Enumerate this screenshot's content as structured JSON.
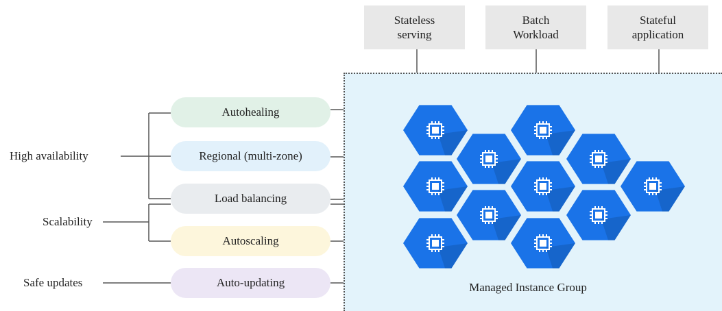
{
  "workloads": {
    "stateless": "Stateless\nserving",
    "batch": "Batch\nWorkload",
    "stateful": "Stateful\napplication"
  },
  "categories": {
    "high_availability": "High availability",
    "scalability": "Scalability",
    "safe_updates": "Safe updates"
  },
  "features": {
    "autohealing": "Autohealing",
    "regional": "Regional (multi-zone)",
    "load_balancing": "Load balancing",
    "autoscaling": "Autoscaling",
    "auto_updating": "Auto-updating"
  },
  "mig": {
    "label": "Managed Instance Group",
    "instance_icon": "chip-icon"
  },
  "colors": {
    "autohealing": "#e1f1e7",
    "regional": "#e2f1fb",
    "load_balancing": "#e9ecef",
    "autoscaling": "#fdf6dc",
    "auto_updating": "#ece6f5",
    "hexagon": "#1a73e8",
    "panel": "#e3f3fb"
  }
}
